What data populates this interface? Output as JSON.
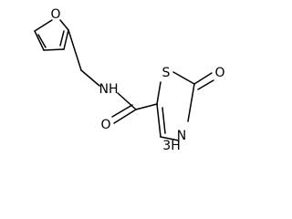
{
  "structure": {
    "atoms": {
      "furan_oxygen": "O",
      "amide_nitrogen": "NH",
      "carbonyl_oxygen": "O",
      "thiazole_sulfur": "S",
      "ring_carbonyl_oxygen": "O",
      "ring_nitrogen": "3H",
      "ring_nitrogen_prefix": "H",
      "ring_nitrogen_suffix": "N"
    }
  }
}
